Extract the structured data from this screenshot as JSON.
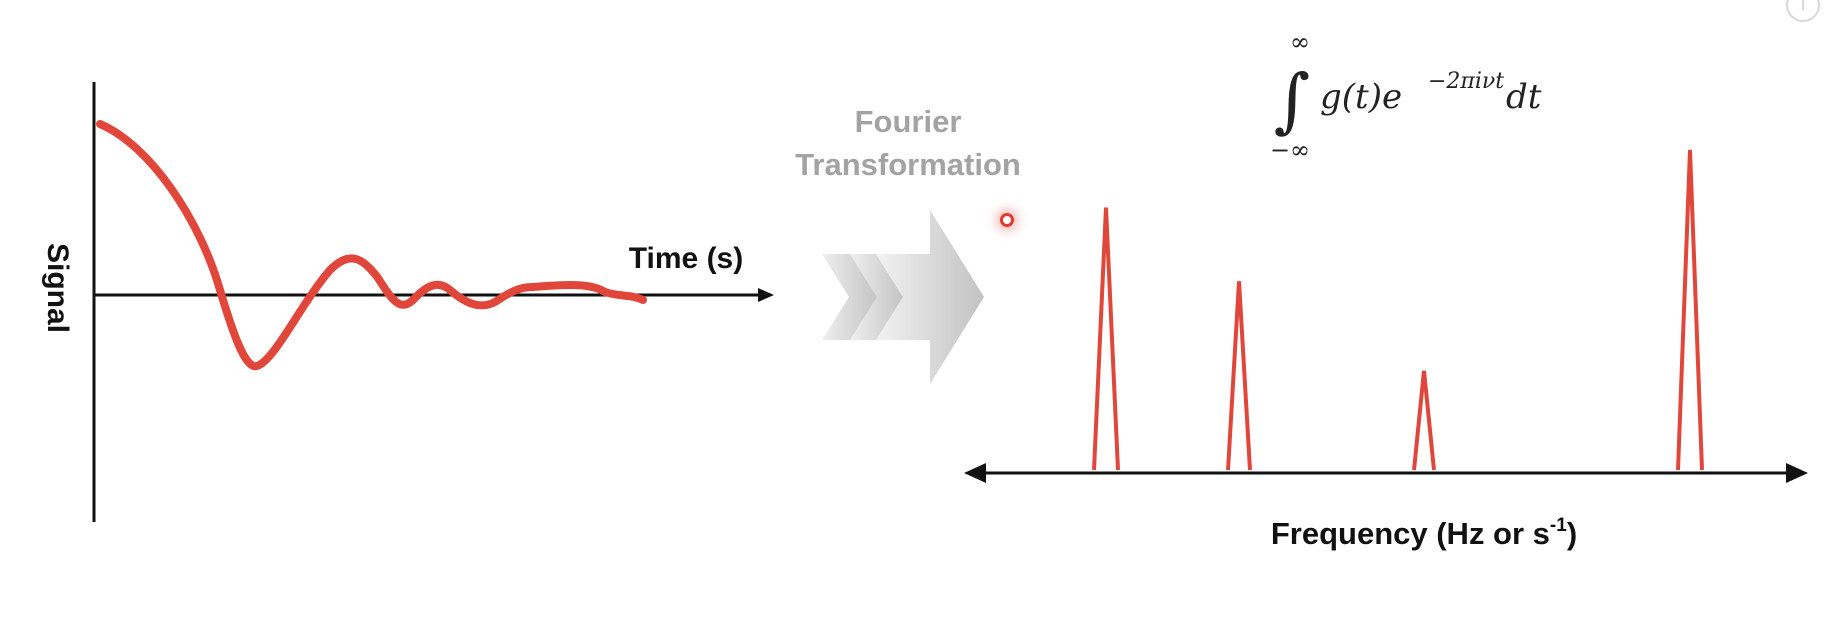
{
  "time_panel": {
    "y_label": "Signal",
    "x_label": "Time (s)",
    "signal_color": "#e0473a",
    "axis_color": "#111111"
  },
  "transform": {
    "label_line1": "Fourier",
    "label_line2": "Transformation",
    "label_color": "#a3a3a3",
    "integral_symbol": "∫",
    "upper_limit": "∞",
    "lower_limit": "−∞",
    "integrand": "g(t)e",
    "exponent": "−2πiνt",
    "differential": "dt"
  },
  "frequency_panel": {
    "x_label_main": "Frequency (Hz or s",
    "x_label_sup": "-1",
    "x_label_close": ")",
    "peak_color": "#e0473a",
    "peaks": [
      {
        "name": "peak-1",
        "relative_height": 0.82
      },
      {
        "name": "peak-2",
        "relative_height": 0.59
      },
      {
        "name": "peak-3",
        "relative_height": 0.31
      },
      {
        "name": "peak-4",
        "relative_height": 1.0
      }
    ]
  },
  "overlay": {
    "info_icon": "info-icon",
    "info_glyph": "i"
  }
}
